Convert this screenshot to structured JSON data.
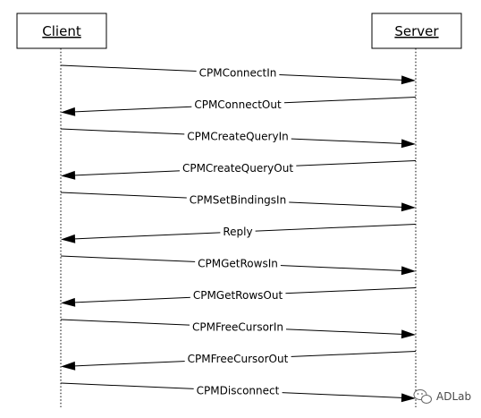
{
  "participants": {
    "client": "Client",
    "server": "Server"
  },
  "messages": [
    {
      "from": "client",
      "to": "server",
      "label": "CPMConnectIn"
    },
    {
      "from": "server",
      "to": "client",
      "label": "CPMConnectOut"
    },
    {
      "from": "client",
      "to": "server",
      "label": "CPMCreateQueryIn"
    },
    {
      "from": "server",
      "to": "client",
      "label": "CPMCreateQueryOut"
    },
    {
      "from": "client",
      "to": "server",
      "label": "CPMSetBindingsIn"
    },
    {
      "from": "server",
      "to": "client",
      "label": "Reply"
    },
    {
      "from": "client",
      "to": "server",
      "label": "CPMGetRowsIn"
    },
    {
      "from": "server",
      "to": "client",
      "label": "CPMGetRowsOut"
    },
    {
      "from": "client",
      "to": "server",
      "label": "CPMFreeCursorIn"
    },
    {
      "from": "server",
      "to": "client",
      "label": "CPMFreeCursorOut"
    },
    {
      "from": "client",
      "to": "server",
      "label": "CPMDisconnect"
    }
  ],
  "watermark": {
    "text": "ADLab",
    "icon": "wechat-logo-icon"
  }
}
